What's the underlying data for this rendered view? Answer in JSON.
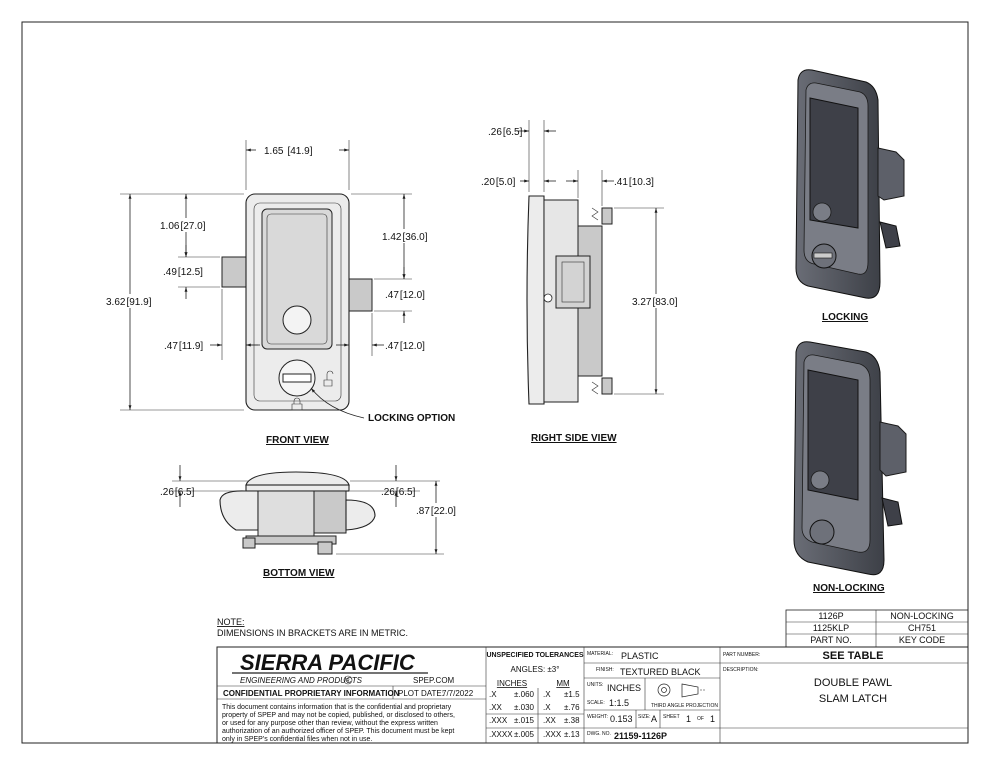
{
  "views": {
    "front": {
      "title": "FRONT VIEW",
      "dims": {
        "width": [
          "1.65",
          "41.9"
        ],
        "top_to_handle": [
          "1.06",
          "27.0"
        ],
        "overall_height": [
          "3.62",
          "91.9"
        ],
        "pawl_gap": [
          ".49",
          "12.5"
        ],
        "left_offset": [
          ".47",
          "11.9"
        ],
        "right_upper": [
          "1.42",
          "36.0"
        ],
        "right_pawl": [
          ".47",
          "12.0"
        ],
        "right_lower": [
          ".47",
          "12.0"
        ]
      },
      "callout": "LOCKING OPTION"
    },
    "side": {
      "title": "RIGHT SIDE VIEW",
      "dims": {
        "depth_top": [
          ".26",
          "6.5"
        ],
        "flange": [
          ".20",
          "5.0"
        ],
        "pawl": [
          ".41",
          "10.3"
        ],
        "height": [
          "3.27",
          "83.0"
        ]
      }
    },
    "bottom": {
      "title": "BOTTOM VIEW",
      "dims": {
        "left": [
          ".26",
          "6.5"
        ],
        "right": [
          ".26",
          "6.5"
        ],
        "depth": [
          ".87",
          "22.0"
        ]
      }
    },
    "iso_locking": {
      "title": "LOCKING"
    },
    "iso_nonlocking": {
      "title": "NON-LOCKING"
    }
  },
  "part_table": {
    "rows": [
      {
        "part": "1126P",
        "key": "NON-LOCKING"
      },
      {
        "part": "1125KLP",
        "key": "CH751"
      }
    ],
    "header": {
      "part": "PART NO.",
      "key": "KEY CODE"
    }
  },
  "note": {
    "title": "NOTE:",
    "text": "DIMENSIONS IN BRACKETS ARE IN METRIC."
  },
  "title_block": {
    "company": "SIERRA PACIFIC",
    "subtitle": "ENGINEERING AND PRODUCTS",
    "registered": "R",
    "website": "SPEP.COM",
    "confidential_label": "CONFIDENTIAL PROPRIETARY INFORMATION",
    "plot_date_label": "PLOT DATE:",
    "plot_date": "7/7/2022",
    "disclaimer": [
      "This document contains information that is the confidential and proprietary",
      "property of SPEP and may not be copied, published, or disclosed to others,",
      "or used for any purpose  other than review, without the express written",
      "authorization of an authorized officer of SPEP. This document must be kept",
      "only in SPEP's confidential files when not in use."
    ],
    "tolerances": {
      "title": "UNSPECIFIED TOLERANCES",
      "angles": "ANGLES: ±3°",
      "inches_header": "INCHES",
      "mm_header": "MM",
      "rows": [
        {
          "in_fmt": ".X",
          "in_tol": "±.060",
          "mm_fmt": ".X",
          "mm_tol": "±1.5"
        },
        {
          "in_fmt": ".XX",
          "in_tol": "±.030",
          "mm_fmt": ".X",
          "mm_tol": "±.76"
        },
        {
          "in_fmt": ".XXX",
          "in_tol": "±.015",
          "mm_fmt": ".XX",
          "mm_tol": "±.38"
        },
        {
          "in_fmt": ".XXXX",
          "in_tol": "±.005",
          "mm_fmt": ".XXX",
          "mm_tol": "±.13"
        }
      ]
    },
    "material_label": "MATERIAL:",
    "material": "PLASTIC",
    "finish_label": "FINISH:",
    "finish": "TEXTURED BLACK",
    "units_label": "UNITS:",
    "units": "INCHES",
    "projection": "THIRD ANGLE PROJECTION",
    "scale_label": "SCALE:",
    "scale": "1:1.5",
    "weight_label": "WEIGHT:",
    "weight": "0.153",
    "size_label": "SIZE:",
    "size": "A",
    "sheet_label": "SHEET",
    "sheet": "1",
    "of_label": "OF",
    "sheets": "1",
    "dwg_label": "DWG. NO.",
    "dwg_no": "21159-1126P",
    "part_number_label": "PART NUMBER:",
    "part_number": "SEE TABLE",
    "description_label": "DESCRIPTION:",
    "description": [
      "DOUBLE PAWL",
      "SLAM LATCH"
    ]
  }
}
